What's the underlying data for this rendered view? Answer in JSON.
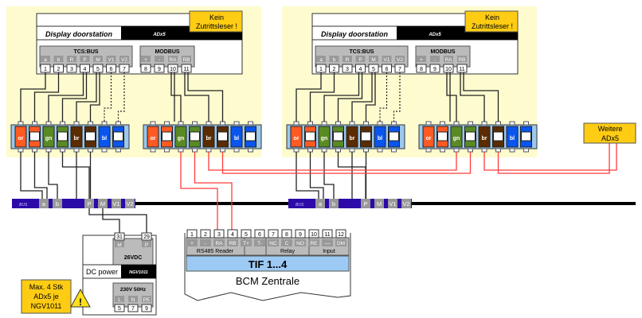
{
  "colors": {
    "panel_bg": "#fefccf",
    "note_bg": "#ffcc14",
    "wire_red": "#ff3b3b",
    "bus_bar": "#2b0aa8",
    "orange": "#ff5a22",
    "green": "#5a8a23",
    "brown": "#5a2c00",
    "blue": "#0a55ee",
    "lightblue": "#9cc8ee",
    "tif_blue": "#9ccaf4"
  },
  "doorstations": [
    {
      "title": "Display doorstation",
      "model": "ADx5",
      "note": [
        "Kein",
        "Zutrittsleser !"
      ],
      "tcs_label": "TCS:BUS",
      "tcs_pins": [
        "a",
        "b",
        "R",
        "P",
        "M",
        "V1",
        "V2"
      ],
      "tcs_nums": [
        "1",
        "2",
        "3",
        "4",
        "5",
        "6",
        "7"
      ],
      "modbus_label": "MODBUS",
      "modbus_pins": [
        "+",
        "-",
        "RA",
        "RB"
      ],
      "modbus_nums": [
        "8",
        "9",
        "10",
        "11"
      ],
      "strip1": [
        "or",
        "",
        "gn",
        "",
        "br",
        "",
        "bl",
        ""
      ],
      "strip2": [
        "or",
        "",
        "gn",
        "",
        "br",
        "",
        "bl",
        ""
      ]
    },
    {
      "title": "Display doorstation",
      "model": "ADx5",
      "note": [
        "Kein",
        "Zutrittsleser !"
      ],
      "tcs_label": "TCS:BUS",
      "tcs_pins": [
        "a",
        "b",
        "R",
        "P",
        "M",
        "V1",
        "V2"
      ],
      "tcs_nums": [
        "1",
        "2",
        "3",
        "4",
        "5",
        "6",
        "7"
      ],
      "modbus_label": "MODBUS",
      "modbus_pins": [
        "+",
        "-",
        "RA",
        "RB"
      ],
      "modbus_nums": [
        "8",
        "9",
        "10",
        "11"
      ],
      "strip1": [
        "or",
        "",
        "gn",
        "",
        "br",
        "",
        "bl",
        ""
      ],
      "strip2": [
        "or",
        "",
        "gn",
        "",
        "br",
        "",
        "bl",
        ""
      ]
    }
  ],
  "bus": {
    "label": "BUS",
    "pins": [
      "a",
      "b",
      "P",
      "M",
      "V1",
      "V2"
    ]
  },
  "weitere": [
    "Weitere",
    "ADx5"
  ],
  "power": {
    "top_nums": [
      "31",
      "29"
    ],
    "top_pins": [
      "M",
      "P"
    ],
    "output": "26VDC",
    "name": "DC power",
    "model": "NGV1011",
    "input": "230V 50Hz",
    "bottom_pins": [
      "L",
      "N",
      "PE"
    ],
    "bottom_nums": [
      "5",
      "7",
      "9"
    ]
  },
  "warning": [
    "Max. 4 Stk",
    "ADx5 je",
    "NGV1011"
  ],
  "bcm": {
    "nums": [
      "1",
      "2",
      "3",
      "4",
      "5",
      "6",
      "7",
      "8",
      "9",
      "10",
      "11",
      "12"
    ],
    "pins": [
      "+",
      "-",
      "RA",
      "RB",
      "T+",
      "T-",
      "NC",
      "C",
      "NO",
      "RE",
      "—",
      "DM"
    ],
    "groups": [
      "RS485 Reader",
      "",
      "Relay",
      "Input"
    ],
    "tif": "TIF 1...4",
    "name": "BCM Zentrale"
  }
}
